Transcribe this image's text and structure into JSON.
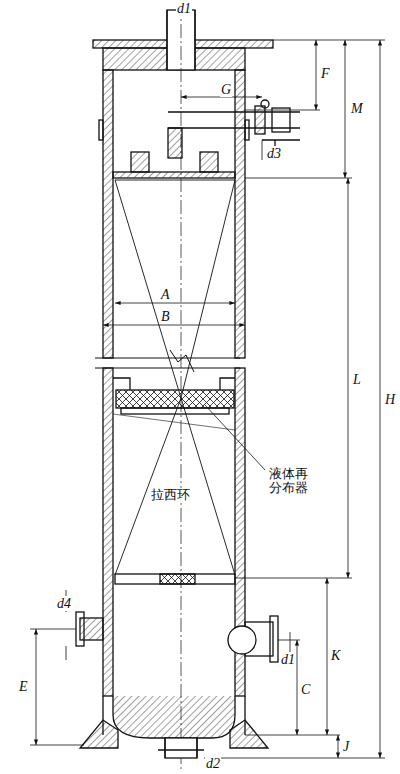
{
  "diagram": {
    "labels": [
      "d1",
      "G",
      "F",
      "M",
      "d3",
      "A",
      "B",
      "L",
      "H",
      "拉西环",
      "液体再分布器",
      "d4",
      "E",
      "d1",
      "C",
      "K",
      "J",
      "d2"
    ]
  }
}
